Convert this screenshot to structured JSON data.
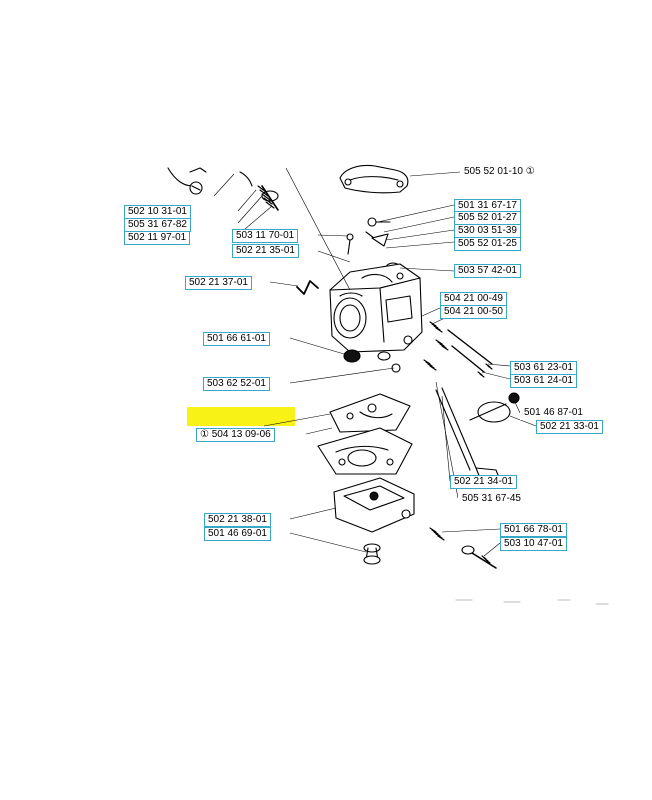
{
  "diagram": {
    "highlight_color": "#f8f216",
    "label_border_color": "#38a8c8",
    "part_numbers": [
      "505 52 01-10",
      "502 10 31-01",
      "505 31 67-82",
      "502 11 97-01",
      "501 31 67-17",
      "505 52 01-27",
      "530 03 51-39",
      "503 11 70-01",
      "505 52 01-25",
      "502 21 35-01",
      "503 57 42-01",
      "502 21 37-01",
      "504 21 00-49",
      "504 21 00-50",
      "501 66 61-01",
      "503 61 23-01",
      "503 61 24-01",
      "503 62 52-01",
      "501 46 87-01",
      "502 21 33-01",
      "504 13 09-06",
      "502 21 34-01",
      "505 31 67-45",
      "502 21 38-01",
      "501 66 78-01",
      "501 46 69-01",
      "503 10 47-01"
    ],
    "symbol_note": "①"
  }
}
